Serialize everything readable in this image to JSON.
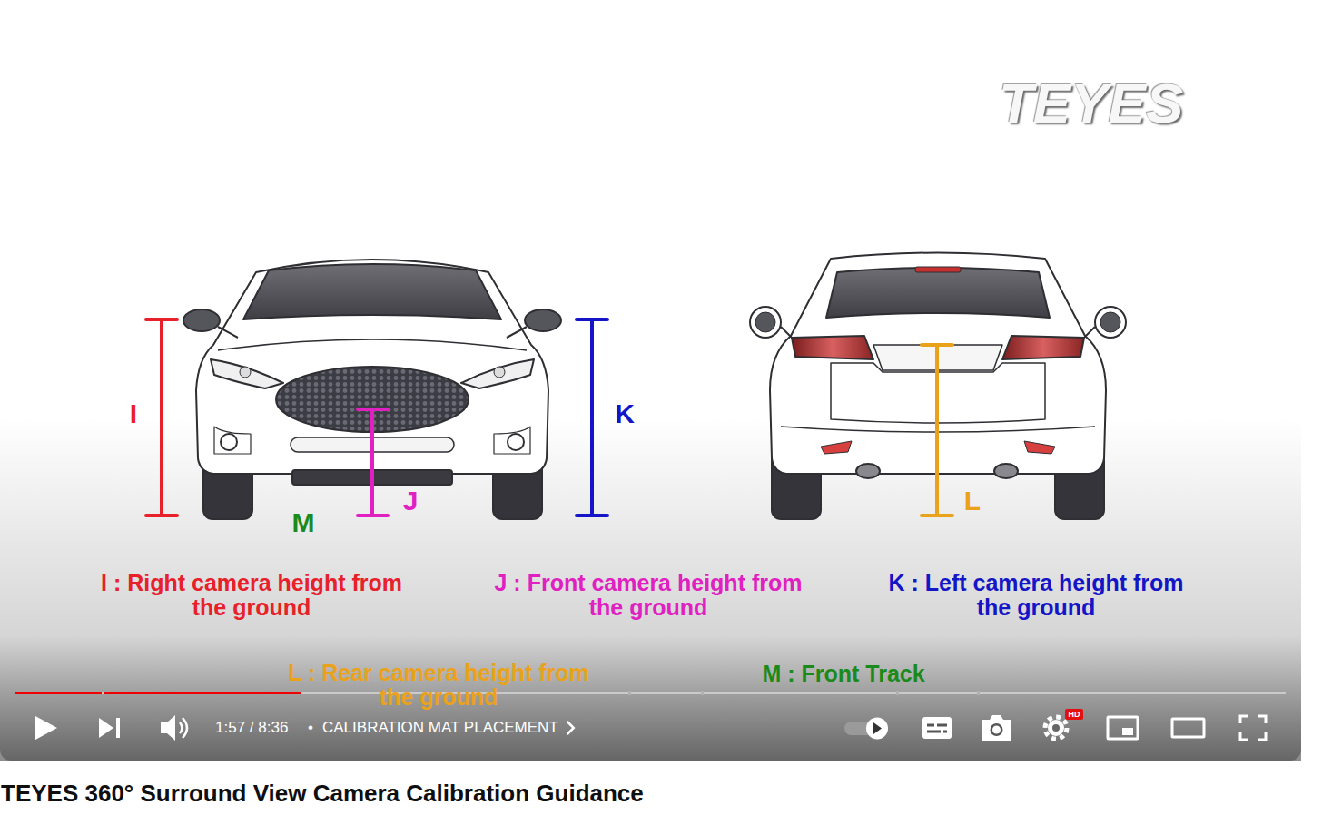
{
  "diagram": {
    "title": "TEYES 360° Surround View Camera Calibration Guidance",
    "labels": [
      "TEYES",
      "I",
      "K",
      "J",
      "M",
      "L",
      "I : Right camera height from the ground",
      "J : Front camera height from the ground",
      "K : Left camera height from the ground",
      "L : Rear camera height from the ground",
      "M : Front Track",
      "1:57 / 8:36",
      "•",
      "CALIBRATION MAT PLACEMENT",
      "HD"
    ]
  }
}
